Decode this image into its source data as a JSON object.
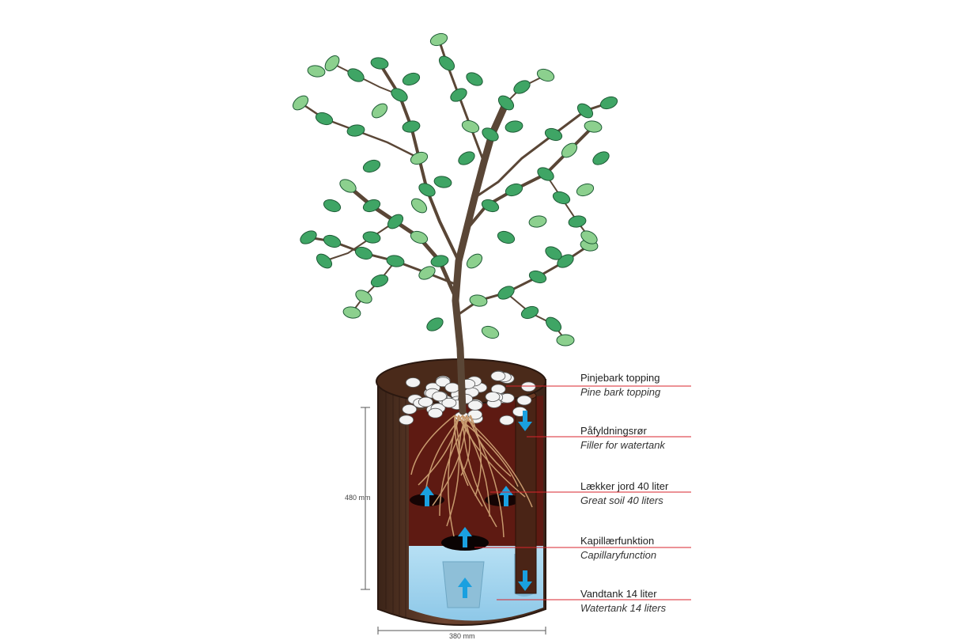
{
  "labels": [
    {
      "da": "Pinjebark topping",
      "en": "Pine bark topping"
    },
    {
      "da": "Påfyldningsrør",
      "en": "Filler for watertank"
    },
    {
      "da": "Lækker jord 40 liter",
      "en": "Great soil 40 liters"
    },
    {
      "da": "Kapillærfunktion",
      "en": "Capillaryfunction"
    },
    {
      "da": "Vandtank 14 liter",
      "en": "Watertank 14 liters"
    }
  ],
  "dimensions": {
    "height": "480 mm",
    "width": "380 mm"
  },
  "colors": {
    "leaf": "#3fa565",
    "leaf_light": "#8cd08e",
    "bark": "#6b4a32",
    "pot": "#5a3523",
    "soil": "#5e1a12",
    "water": "#a9d8f0",
    "arrow": "#1aa0e0",
    "leader": "#d9262c",
    "root": "#c89a6e"
  }
}
